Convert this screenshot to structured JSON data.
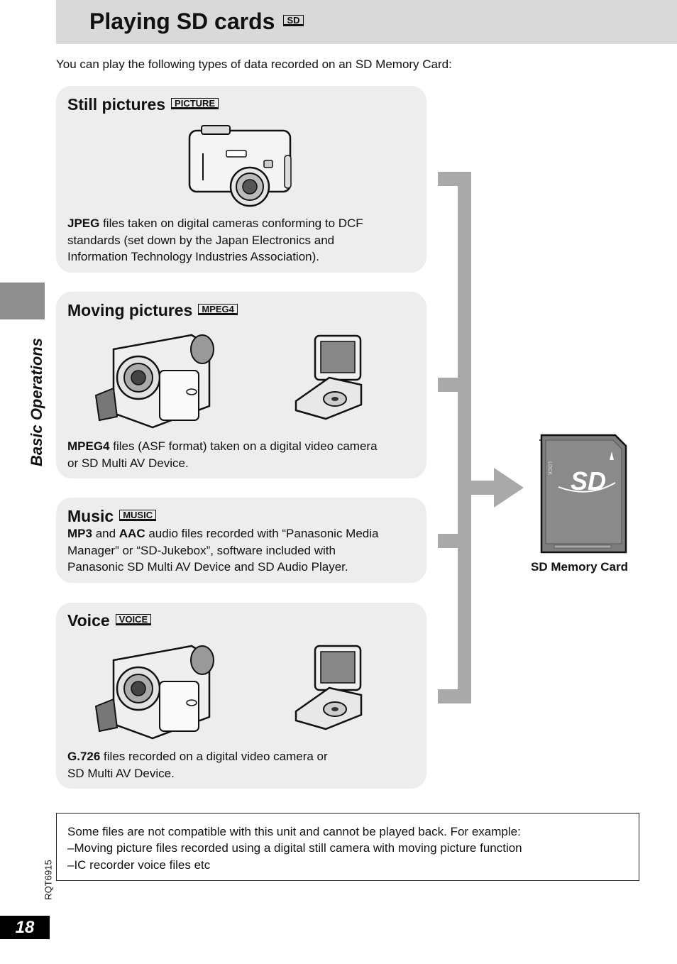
{
  "header": {
    "title": "Playing SD cards",
    "tag": "SD"
  },
  "intro": "You can play the following types of data recorded on an SD Memory Card:",
  "sidebar": {
    "label": "Basic Operations",
    "doc_code": "RQT6915",
    "page_number": "18"
  },
  "sections": [
    {
      "title": "Still pictures",
      "tag": "PICTURE",
      "bold": "JPEG",
      "line1": " files taken on digital cameras conforming to DCF",
      "line2": "standards (set down by the Japan Electronics and",
      "line3": "Information Technology Industries Association)."
    },
    {
      "title": "Moving pictures",
      "tag": "MPEG4",
      "bold": "MPEG4",
      "line1": " files (ASF format) taken on a digital video camera",
      "line2": "or SD Multi AV Device."
    },
    {
      "title": "Music",
      "tag": "MUSIC",
      "bold1": "MP3",
      "and": " and ",
      "bold2": "AAC",
      "line1": " audio files recorded with “Panasonic Media",
      "line2": "Manager” or “SD-Jukebox”, software included with",
      "line3": "Panasonic SD Multi AV Device and SD Audio Player."
    },
    {
      "title": "Voice",
      "tag": "VOICE",
      "bold": "G.726",
      "line1": " files recorded on a digital video camera or",
      "line2": "SD Multi AV Device."
    }
  ],
  "sd_card": {
    "caption": "SD Memory Card",
    "logo": "SD",
    "lock": "LOCK"
  },
  "note": {
    "line1": "Some files are not compatible with this unit and cannot be played back. For example:",
    "line2": "–Moving picture files recorded using a digital still camera with moving picture function",
    "line3": "–IC recorder voice files etc"
  }
}
